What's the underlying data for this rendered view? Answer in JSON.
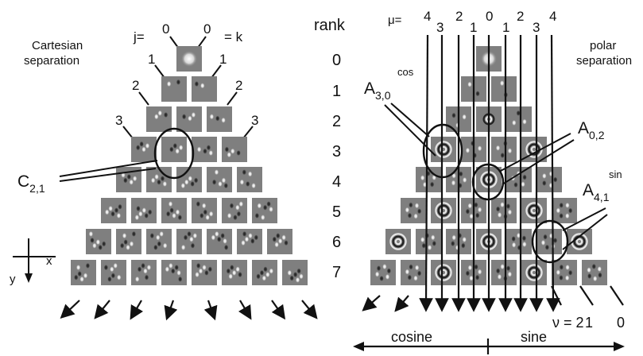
{
  "left_panel": {
    "title_line1": "Cartesian",
    "title_line2": "separation",
    "j_label": "j=",
    "k_label": "= k",
    "diag_labels": [
      "0",
      "1",
      "2",
      "3"
    ],
    "callout": {
      "base": "C",
      "sub": "2,1"
    },
    "axes": {
      "x": "x",
      "y": "y"
    }
  },
  "rank_column": {
    "header": "rank",
    "values": [
      "0",
      "1",
      "2",
      "3",
      "4",
      "5",
      "6",
      "7"
    ]
  },
  "right_panel": {
    "title_line1": "polar",
    "title_line2": "separation",
    "mu_label": "μ=",
    "mu_values": [
      "4",
      "3",
      "2",
      "1",
      "0",
      "1",
      "2",
      "3",
      "4"
    ],
    "callouts": [
      {
        "base": "A",
        "sub": "3,0",
        "sup": "cos"
      },
      {
        "base": "A",
        "sub": "0,2",
        "sup": ""
      },
      {
        "base": "A",
        "sub": "4,1",
        "sup": "sin"
      }
    ],
    "nu_label": "ν = 2",
    "nu_values": [
      "1",
      "0"
    ],
    "axis_left": "cosine",
    "axis_right": "sine"
  },
  "colors": {
    "tile": "#7f7f7f",
    "ink": "#111111",
    "light": "#ffffff"
  }
}
